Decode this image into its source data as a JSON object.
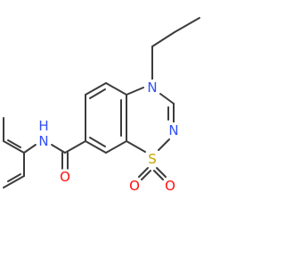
{
  "molecule": {
    "atoms": {
      "n4": {
        "symbol": "N",
        "color": "#3050F8"
      },
      "n3": {
        "symbol": "N",
        "color": "#3050F8"
      },
      "s1": {
        "symbol": "S",
        "color": "#C8A400"
      },
      "o1": {
        "symbol": "O",
        "color": "#FF0D0D"
      },
      "o2": {
        "symbol": "O",
        "color": "#FF0D0D"
      },
      "amide_n": {
        "symbol": "N",
        "color": "#3050F8"
      },
      "amide_h": {
        "symbol": "H",
        "color": "#3050F8"
      },
      "amide_o": {
        "symbol": "O",
        "color": "#FF0D0D"
      }
    },
    "bond_color": "#3c3c3c"
  }
}
